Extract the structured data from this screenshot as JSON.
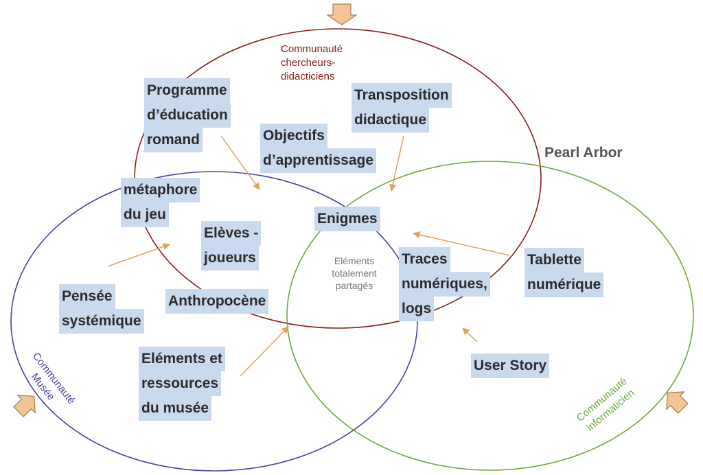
{
  "brand": "Pearl Arbor",
  "communities": {
    "researchers": [
      "Communauté",
      "chercheurs-",
      "didacticiens"
    ],
    "museum": [
      "Communauté",
      "Musée"
    ],
    "it": [
      "Communauté",
      "informaticien"
    ]
  },
  "center_label": [
    "Eléments",
    "totalement",
    "partagés"
  ],
  "concepts": {
    "programme": [
      "Programme",
      "d’éducation",
      "romand"
    ],
    "objectifs": [
      "Objectifs",
      "d’apprentissage"
    ],
    "transposition": [
      "Transposition",
      "didactique"
    ],
    "metaphore": [
      "métaphore",
      "du jeu"
    ],
    "eleves": [
      "Elèves -",
      "joueurs"
    ],
    "enigmes": [
      "Enigmes"
    ],
    "traces": [
      "Traces",
      "numériques,",
      "logs"
    ],
    "tablette": [
      "Tablette",
      "numérique"
    ],
    "pensee": [
      "Pensée",
      "systémique"
    ],
    "anthropocene": [
      "Anthropocène"
    ],
    "elements_musee": [
      "Eléments et",
      "ressources",
      "du musée"
    ],
    "user_story": [
      "User Story"
    ]
  },
  "colors": {
    "researchers": "#8b1a1a",
    "museum": "#4b3f9e",
    "it": "#6aaa3a",
    "arrow": "#e0a15a",
    "highlight": "#c9d9ee",
    "block_arrow_fill": "#f3c596"
  }
}
